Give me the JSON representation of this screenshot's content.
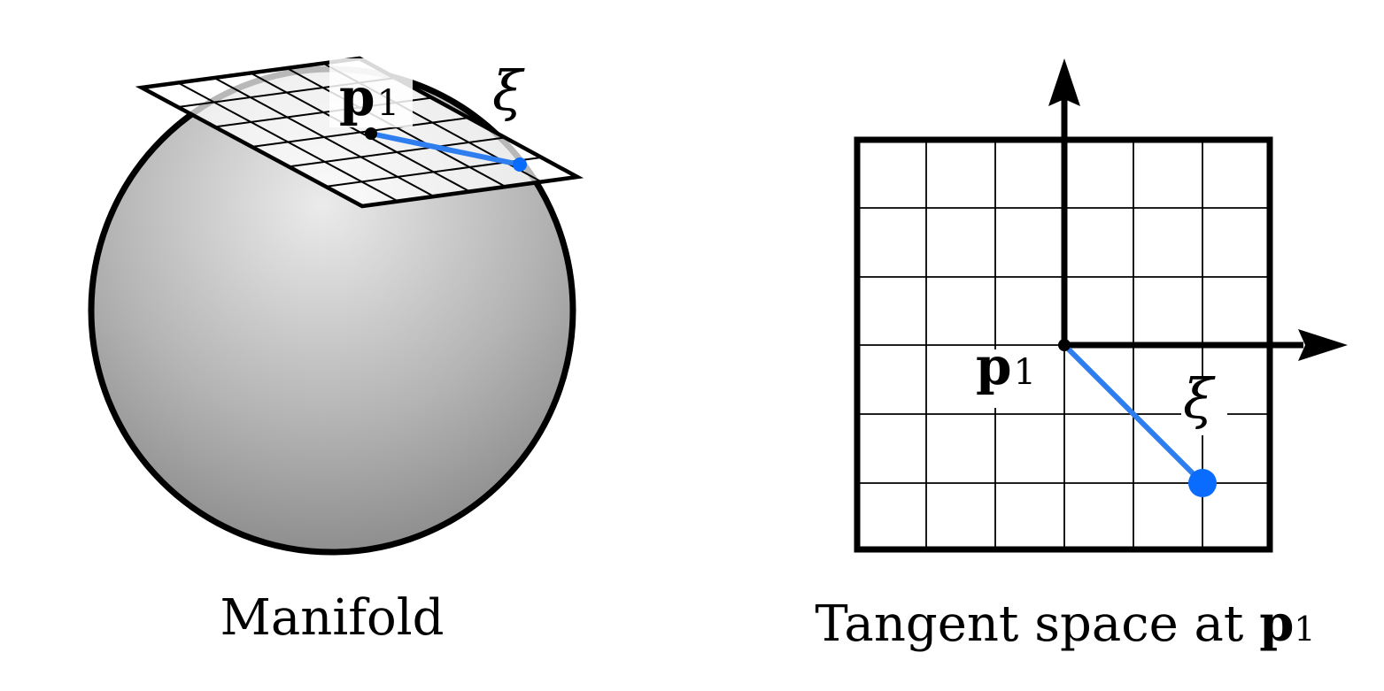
{
  "left": {
    "caption": "Manifold",
    "point_label": "p",
    "point_subscript": "1",
    "vector_label": "ξ"
  },
  "right": {
    "caption_text": "Tangent space at ",
    "caption_point": "p",
    "caption_subscript": "1",
    "point_label": "p",
    "point_subscript": "1",
    "vector_label": "ξ"
  },
  "colors": {
    "vector": "#2f7ef0",
    "vector_point": "#0a6cff",
    "outline": "#000000",
    "sphere_light": "#e8e8e8",
    "sphere_dark": "#8c8c8c"
  }
}
